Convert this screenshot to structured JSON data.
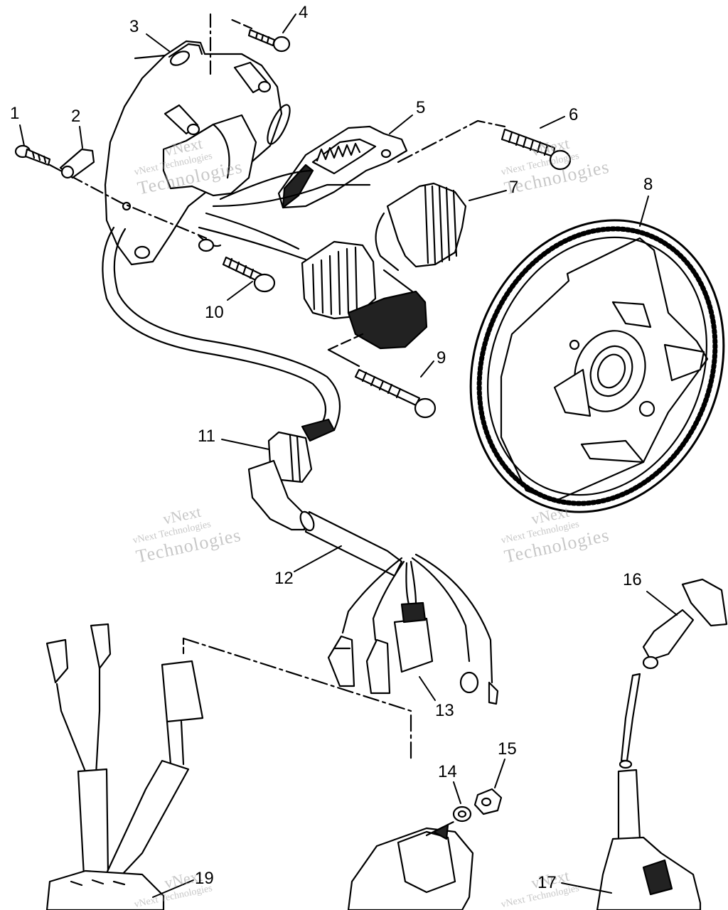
{
  "diagram": {
    "callouts": [
      {
        "id": "1",
        "label": "1"
      },
      {
        "id": "2",
        "label": "2"
      },
      {
        "id": "3",
        "label": "3"
      },
      {
        "id": "4",
        "label": "4"
      },
      {
        "id": "5",
        "label": "5"
      },
      {
        "id": "6",
        "label": "6"
      },
      {
        "id": "7",
        "label": "7"
      },
      {
        "id": "8",
        "label": "8"
      },
      {
        "id": "9",
        "label": "9"
      },
      {
        "id": "10",
        "label": "10"
      },
      {
        "id": "11",
        "label": "11"
      },
      {
        "id": "12",
        "label": "12"
      },
      {
        "id": "13",
        "label": "13"
      },
      {
        "id": "14",
        "label": "14"
      },
      {
        "id": "15",
        "label": "15"
      },
      {
        "id": "16",
        "label": "16"
      },
      {
        "id": "17",
        "label": "17"
      },
      {
        "id": "19",
        "label": "19"
      }
    ],
    "watermark": {
      "line1": "vNext",
      "line2": "vNext Technologies",
      "line3": "Technologies"
    }
  }
}
